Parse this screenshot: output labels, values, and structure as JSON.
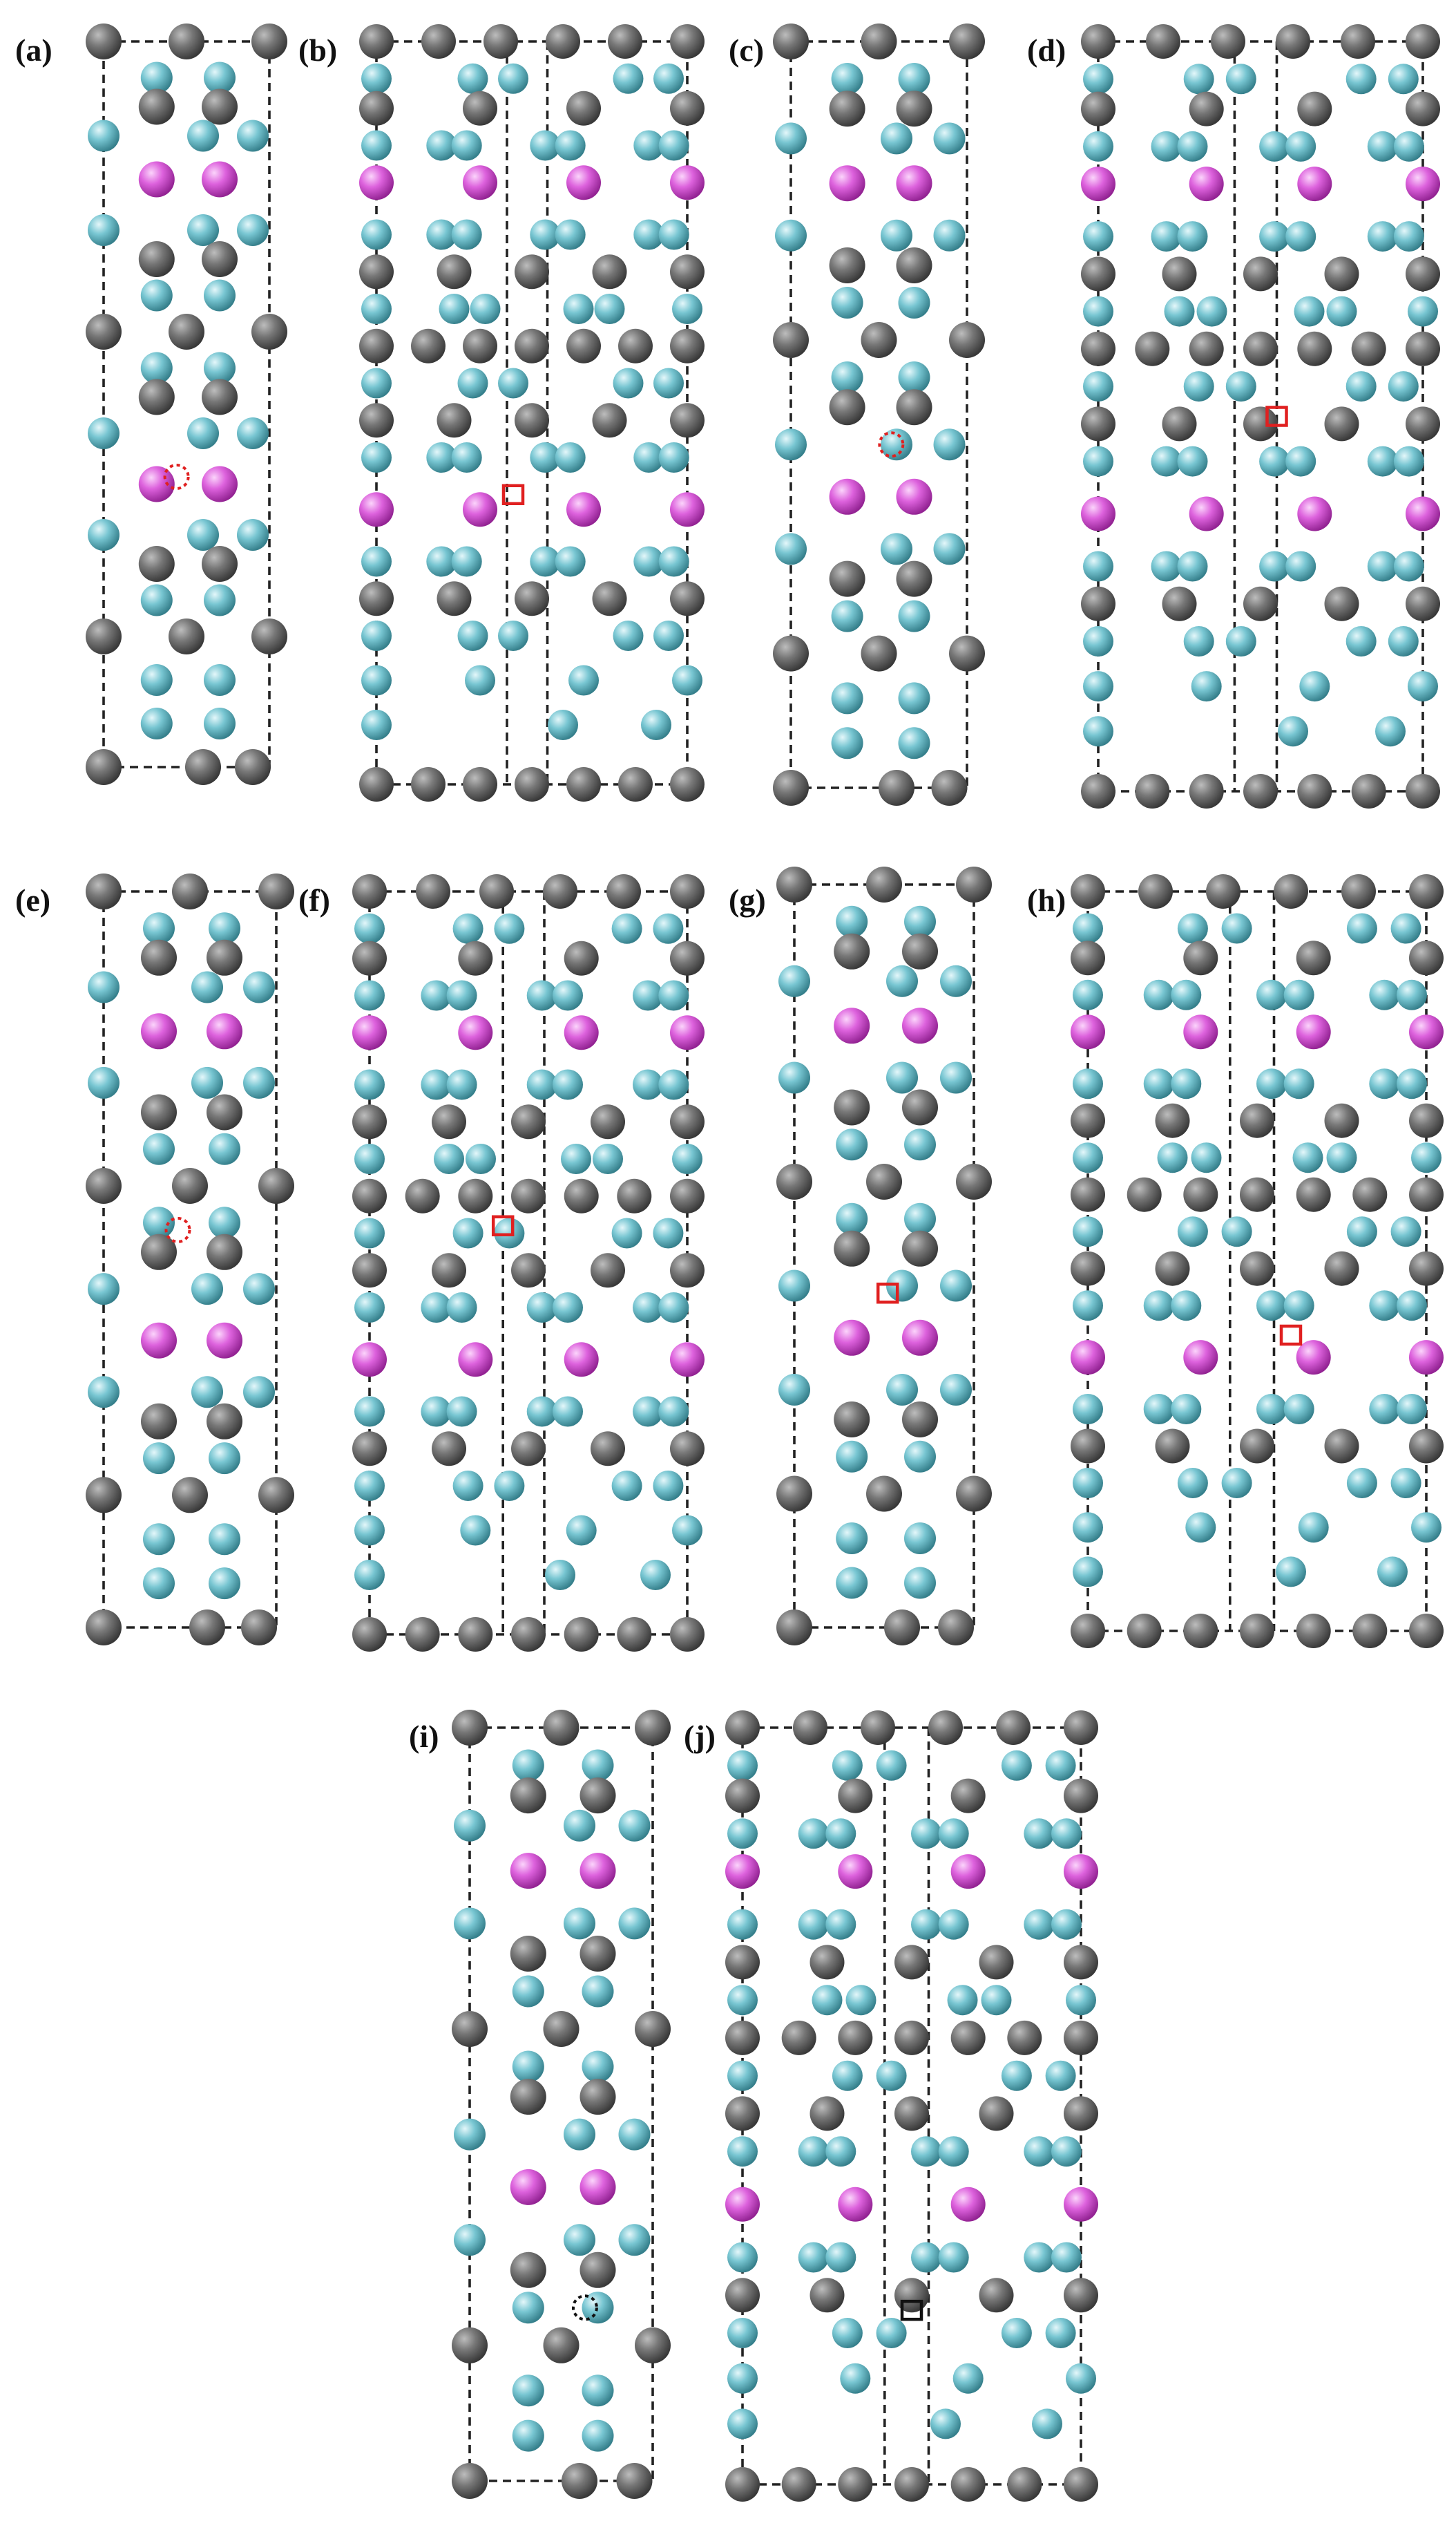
{
  "panels": [
    {
      "id": "a",
      "label": "(a)",
      "view": "narrow",
      "marker": "dotted-circle",
      "marker_color": "red"
    },
    {
      "id": "b",
      "label": "(b)",
      "view": "wide",
      "marker": "square",
      "marker_color": "red"
    },
    {
      "id": "c",
      "label": "(c)",
      "view": "narrow",
      "marker": "dotted-circle",
      "marker_color": "red"
    },
    {
      "id": "d",
      "label": "(d)",
      "view": "wide",
      "marker": "square",
      "marker_color": "red"
    },
    {
      "id": "e",
      "label": "(e)",
      "view": "narrow",
      "marker": "dotted-circle",
      "marker_color": "red"
    },
    {
      "id": "f",
      "label": "(f)",
      "view": "wide",
      "marker": "square",
      "marker_color": "red"
    },
    {
      "id": "g",
      "label": "(g)",
      "view": "narrow",
      "marker": "square",
      "marker_color": "red"
    },
    {
      "id": "h",
      "label": "(h)",
      "view": "wide",
      "marker": "square",
      "marker_color": "red"
    },
    {
      "id": "i",
      "label": "(i)",
      "view": "narrow",
      "marker": "dotted-circle",
      "marker_color": "black"
    },
    {
      "id": "j",
      "label": "(j)",
      "view": "wide",
      "marker": "square",
      "marker_color": "black"
    }
  ],
  "colors": {
    "gray_atom": "#6b6b6b",
    "cyan_atom": "#6fc3cf",
    "magenta_atom": "#d95bd9",
    "red_marker": "#e02020",
    "black_marker": "#111111",
    "cell_line": "#222222"
  }
}
